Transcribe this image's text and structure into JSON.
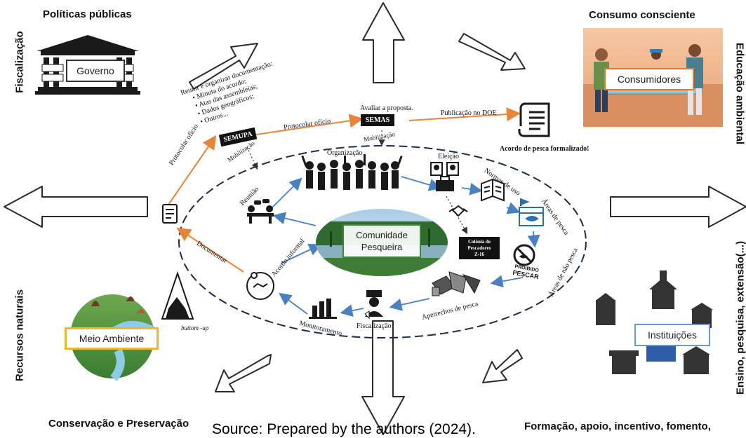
{
  "corners": {
    "top_left": "Políticas públicas",
    "top_right": "Consumo consciente",
    "bottom_left": "Conservação e Preservação",
    "bottom_right": "Formação, apoio, incentivo, fomento,"
  },
  "side_labels": {
    "left_top": "Fiscalização",
    "left_bottom": "Recursos naturais",
    "right_top": "Educação ambiental",
    "right_bottom": "Ensino, pesquisa, extensão(...)"
  },
  "entities": {
    "governo": "Governo",
    "consumidores": "Consumidores",
    "meio_ambiente": "Meio Ambiente",
    "instituicoes": "Instituições",
    "comunidade_line1": "Comunidade",
    "comunidade_line2": "Pesqueira"
  },
  "process": {
    "checklist_title": "Reunir e organizar documentação:",
    "checklist_items": [
      "Minuta do acordo;",
      "Atas das assembleias;",
      "Dados geográficos;",
      "Outros..."
    ],
    "semupa": "SEMUPA",
    "semas": "SEMAS",
    "protocolar_1": "Protocolar ofício",
    "protocolar_2": "Protocolar ofício",
    "avaliar": "Avaliar a proposta.",
    "publicacao": "Publicação no DOE",
    "acordo_formalizado": "Acordo de pesca formalizado!",
    "mobilizacao_1": "Mobilização",
    "mobilizacao_2": "Mobilização",
    "documentar": "Documentar",
    "acordo_informal": "Acordo informal"
  },
  "cycle": {
    "organizacao": "Organização",
    "reuniao": "Reunião",
    "eleicao": "Eleição",
    "normas": "Normas de uso",
    "areas_pesca": "Áreas de pesca",
    "areas_nao_pesca": "Áreas de não pesca",
    "apetrechos": "Apetrechos de pesca",
    "fiscalizacao": "Fiscalização",
    "monitoramento": "Monitoramento",
    "colonia_1": "Colônia de",
    "colonia_2": "Pescadores",
    "colonia_3": "Z-16",
    "proibido_1": "PROIBIDO",
    "proibido_2": "PESCAR",
    "bottom_up": "buttom -up"
  },
  "source": "Source: Prepared by the authors (2024).",
  "colors": {
    "orange_arrow": "#e8843a",
    "blue_arrow": "#4a7fc0",
    "ellipse_dash": "#1f2a44",
    "governo_border": "#333333",
    "consumidores_border": "#e07b2d",
    "meio_ambiente_border": "#e8b92e",
    "instituicoes_border": "#6d97c9",
    "comunidade_border": "#3f8a3a"
  }
}
